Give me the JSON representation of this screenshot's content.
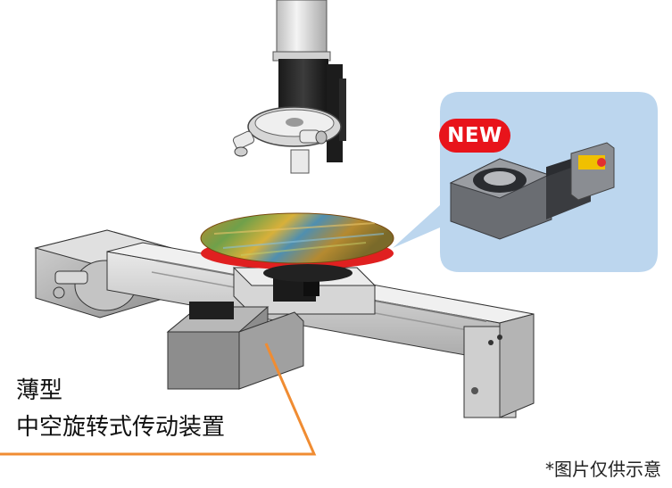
{
  "badge": {
    "label": "NEW"
  },
  "caption": {
    "line1": "薄型",
    "line2": "中空旋转式传动装置"
  },
  "footnote": "*图片仅供示意",
  "colors": {
    "badge_red": "#e8141b",
    "callout_blue": "#bcd6ee",
    "leader_orange": "#f08c32",
    "wafer_edge_red": "#e02020"
  }
}
